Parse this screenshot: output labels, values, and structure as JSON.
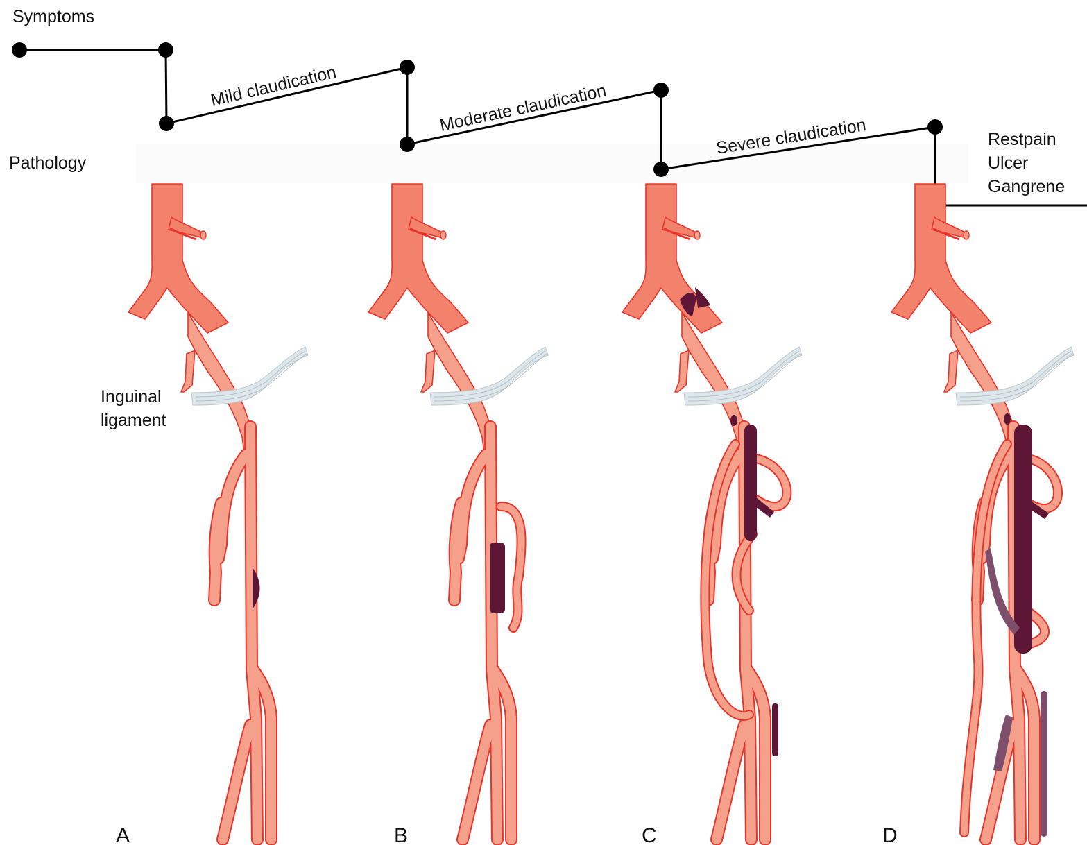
{
  "labels": {
    "symptoms": "Symptoms",
    "pathology": "Pathology",
    "inguinal_line1": "Inguinal",
    "inguinal_line2": "ligament",
    "restpain": "Restpain",
    "ulcer": "Ulcer",
    "gangrene": "Gangrene"
  },
  "stages": [
    {
      "symptom": "Mild claudication"
    },
    {
      "symptom": "Moderate claudication"
    },
    {
      "symptom": "Severe claudication"
    }
  ],
  "panels": [
    {
      "letter": "A"
    },
    {
      "letter": "B"
    },
    {
      "letter": "C"
    },
    {
      "letter": "D"
    }
  ],
  "colors": {
    "artery": "#f5a08a",
    "artery_outline": "#e8342a",
    "plaque": "#5e1636",
    "ligament": "#dde6ea"
  }
}
